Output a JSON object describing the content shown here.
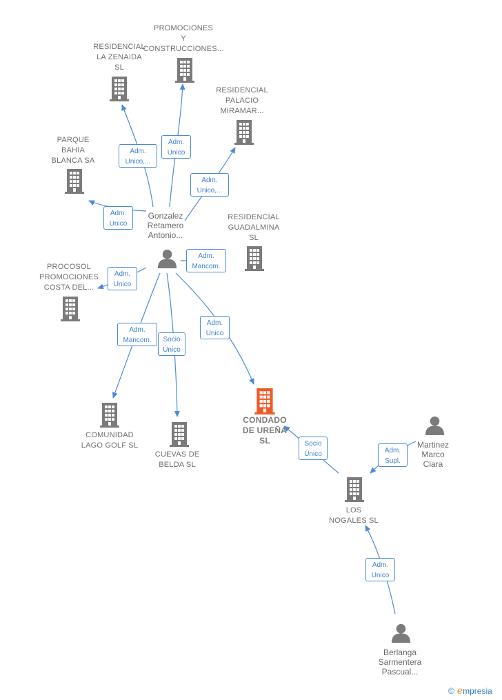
{
  "nodes": {
    "promociones_y_construcciones": "PROMOCIONES\nY\nCONSTRUCCIONES...",
    "residencial_la_zenaida": "RESIDENCIAL\nLA ZENAIDA\nSL",
    "residencial_palacio_miramar": "RESIDENCIAL\nPALACIO\nMIRAMAR...",
    "parque_bahia_blanca": "PARQUE\nBAHIA\nBLANCA SA",
    "residencial_guadalmina": "RESIDENCIAL\nGUADALMINA\nSL",
    "procosol_promociones": "PROCOSOL\nPROMOCIONES\nCOSTA DEL...",
    "comunidad_lago_golf": "COMUNIDAD\nLAGO GOLF SL",
    "cuevas_de_belda": "CUEVAS DE\nBELDA SL",
    "condado_de_urena": "CONDADO\nDE UREÑA\nSL",
    "los_nogales": "LOS\nNOGALES SL"
  },
  "people": {
    "gonzalez_retamero": "Gonzalez\nRetamero\nAntonio...",
    "martinez_marco": "Martinez\nMarco\nClara",
    "berlanga_sarmentera": "Berlanga\nSarmentera\nPascual..."
  },
  "edges": {
    "to_zenaida": "Adm.\nUnico,...",
    "to_promociones": "Adm.\nUnico",
    "to_palacio": "Adm.\nUnico,...",
    "to_parque": "Adm.\nUnico",
    "to_guadalmina": "Adm.\nMancom.",
    "to_procosol": "Adm.\nUnico",
    "to_comunidad": "Adm.\nMancom.",
    "to_cuevas": "Socio\nÚnico",
    "to_condado": "Adm.\nUnico",
    "nogales_to_condado": "Socio\nÚnico",
    "martinez_to_nogales": "Adm.\nSupl.",
    "berlanga_to_nogales": "Adm.\nUnico"
  },
  "colors": {
    "edge": "#4a8ad8",
    "building": "#7b7b7b",
    "building_focus": "#f05a28",
    "person": "#7b7b7b"
  },
  "brand": {
    "copyright": "©",
    "name": "mpresia",
    "initial": "e"
  }
}
